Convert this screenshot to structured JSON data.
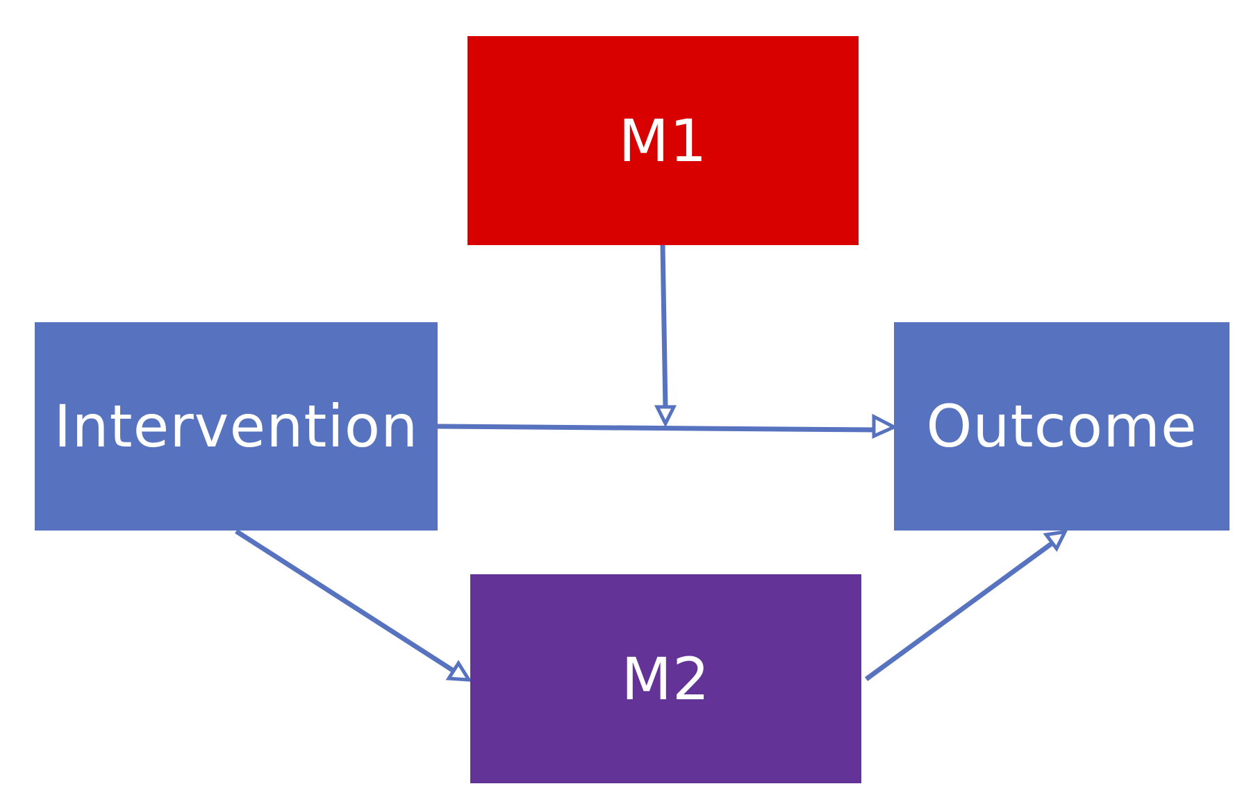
{
  "nodes": {
    "m1": {
      "label": "M1",
      "color": "#D90000"
    },
    "intervention": {
      "label": "Intervention",
      "color": "#5773C0"
    },
    "outcome": {
      "label": "Outcome",
      "color": "#5773C0"
    },
    "m2": {
      "label": "M2",
      "color": "#633397"
    }
  },
  "edges": [
    {
      "from": "intervention",
      "to": "outcome"
    },
    {
      "from": "m1",
      "to": "intervention-outcome-edge"
    },
    {
      "from": "intervention",
      "to": "m2"
    },
    {
      "from": "m2",
      "to": "outcome"
    }
  ],
  "edge_color": "#5773C0"
}
